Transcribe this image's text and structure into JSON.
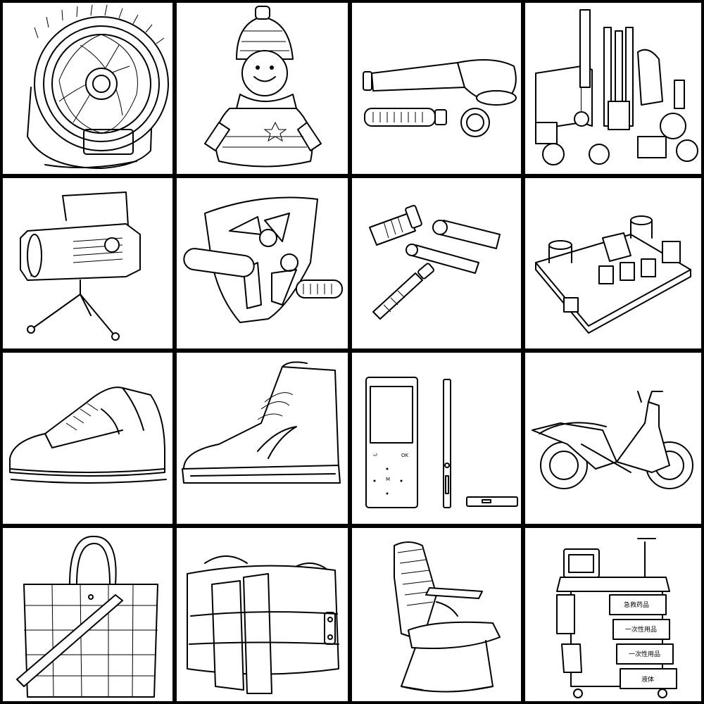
{
  "grid": {
    "rows": 4,
    "cols": 4,
    "background": "#000000",
    "cell_background": "#ffffff"
  },
  "cells": [
    {
      "id": "fan",
      "icon": "fan-icon"
    },
    {
      "id": "knit-doll",
      "icon": "knit-doll-icon"
    },
    {
      "id": "handpiece",
      "icon": "handpiece-icon"
    },
    {
      "id": "machined-parts",
      "icon": "machined-parts-icon"
    },
    {
      "id": "stage-projector",
      "icon": "projector-icon"
    },
    {
      "id": "robot-emblem",
      "icon": "robot-emblem-icon"
    },
    {
      "id": "proximity-sensors",
      "icon": "sensor-icon"
    },
    {
      "id": "circuit-board",
      "icon": "circuit-board-icon"
    },
    {
      "id": "low-sneaker",
      "icon": "sneaker-icon"
    },
    {
      "id": "high-sneaker",
      "icon": "high-top-sneaker-icon"
    },
    {
      "id": "mp3-player",
      "icon": "mp3-player-icon",
      "buttons": {
        "back": "⏎",
        "ok": "OK",
        "menu": "M"
      }
    },
    {
      "id": "motorbike",
      "icon": "motorbike-icon"
    },
    {
      "id": "woven-bag",
      "icon": "woven-bag-icon"
    },
    {
      "id": "duffel-bag",
      "icon": "duffel-bag-icon"
    },
    {
      "id": "office-chair",
      "icon": "office-chair-icon"
    },
    {
      "id": "medical-cart",
      "icon": "medical-cart-icon",
      "drawer_labels": [
        "急救药品",
        "一次性用品",
        "一次性用品",
        "液体"
      ]
    }
  ]
}
